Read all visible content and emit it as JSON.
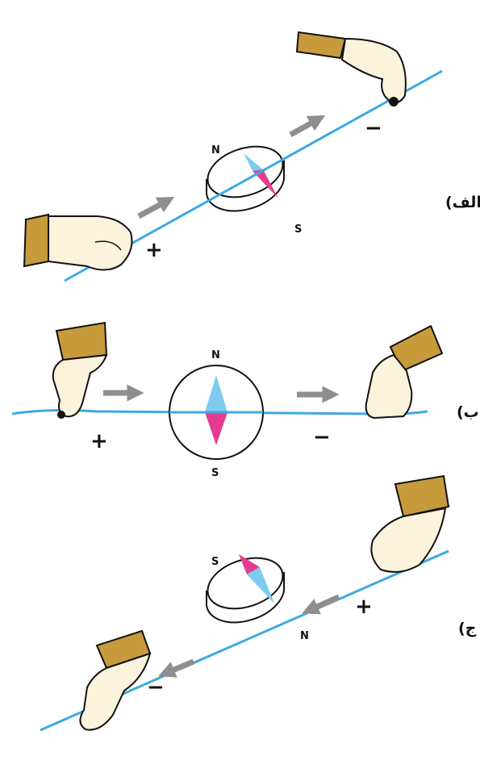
{
  "colors": {
    "wire": "#3fa9e0",
    "arrow": "#8e8e8e",
    "needle_north": "#7ecbef",
    "needle_south": "#e43d8f",
    "sleeve": "#c79a3c",
    "skin": "#fbf3dc",
    "outline": "#111111"
  },
  "panels": [
    {
      "label": "الف)",
      "north_label": "N",
      "south_label": "S",
      "positive_sign": "+",
      "negative_sign": "−"
    },
    {
      "label": "ب)",
      "north_label": "N",
      "south_label": "S",
      "positive_sign": "+",
      "negative_sign": "−"
    },
    {
      "label": "ج)",
      "north_label": "N",
      "south_label": "S",
      "positive_sign": "+",
      "negative_sign": "−"
    }
  ]
}
